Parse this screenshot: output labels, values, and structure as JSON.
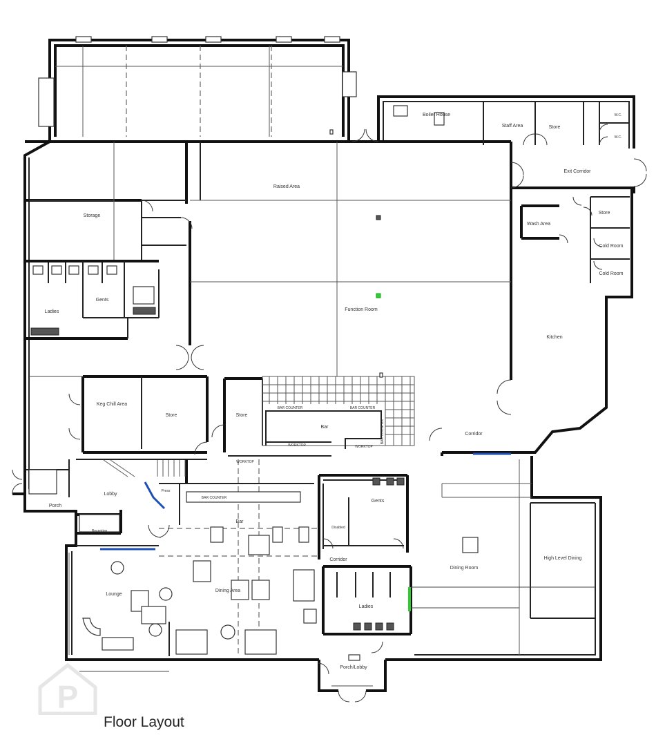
{
  "caption": "Floor Layout",
  "rooms": {
    "boiler_house": "Boiler House",
    "staff_area": "Staff Area",
    "store_top": "Store",
    "wc1": "W.C.",
    "wc2": "W.C.",
    "exit_corridor": "Exit Corridor",
    "raised_area": "Raised Area",
    "storage": "Storage",
    "wash_area": "Wash Area",
    "store_right": "Store",
    "cold_room_1": "Cold Room",
    "cold_room_2": "Cold Room",
    "gents_left": "Gents",
    "ladies_left": "Ladies",
    "function_room": "Function Room",
    "kitchen": "Kitchen",
    "keg_chill_area": "Keg Chill Area",
    "store_mid": "Store",
    "store_bar": "Store",
    "bar_upper": "Bar",
    "corridor_right": "Corridor",
    "porch": "Porch",
    "lobby": "Lobby",
    "press": "Press",
    "bar_lower": "Bar",
    "gents_right": "Gents",
    "disabled": "Disabled",
    "corridor_mid": "Corridor",
    "dining_room": "Dining Room",
    "high_level_dining": "High Level Dining",
    "reception": "Reception",
    "lounge": "Lounge",
    "dining_area": "Dining Area",
    "ladies_right": "Ladies",
    "porch_lobby": "Porch/Lobby"
  },
  "labels": {
    "bar_counter_1": "BAR COUNTER",
    "bar_counter_2": "BAR COUNTER",
    "bar_counter_3": "BAR COUNTER",
    "worktop_1": "WORKTOP",
    "worktop_2": "WORKTOP",
    "worktop_3": "WORKTOP",
    "bar_counter_side": "BAR COUNTER"
  },
  "watermark_icon": "property-pal-logo"
}
